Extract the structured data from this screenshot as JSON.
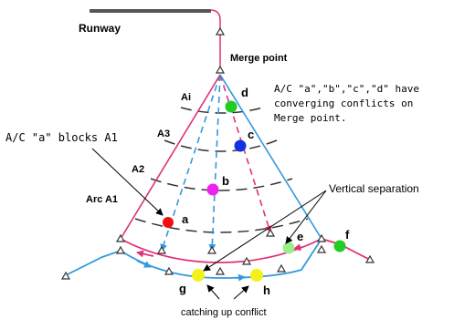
{
  "labels": {
    "runway": "Runway",
    "merge_point": "Merge point",
    "arc_ai": "Ai",
    "arc_a3": "A3",
    "arc_a2": "A2",
    "arc_a1": "Arc A1",
    "blocks_note": "A/C \"a\" blocks A1",
    "vertical_separation": "Vertical separation",
    "catching_up": "catching up conflict"
  },
  "converging_note": [
    "A/C \"a\",\"b\",\"c\",\"d\" have",
    "converging conflicts on",
    "Merge point."
  ],
  "aircraft": [
    {
      "id": "a",
      "color": "#ee1111"
    },
    {
      "id": "b",
      "color": "#ee22ee"
    },
    {
      "id": "c",
      "color": "#1133dd"
    },
    {
      "id": "d",
      "color": "#22cc22"
    },
    {
      "id": "e",
      "color": "#99ee88"
    },
    {
      "id": "f",
      "color": "#22cc22"
    },
    {
      "id": "g",
      "color": "#f2f21a"
    },
    {
      "id": "h",
      "color": "#f2f21a"
    }
  ],
  "colors": {
    "pink_route": "#e0307a",
    "blue_route": "#3399dd",
    "runway": "#555555",
    "arc": "#333333"
  }
}
